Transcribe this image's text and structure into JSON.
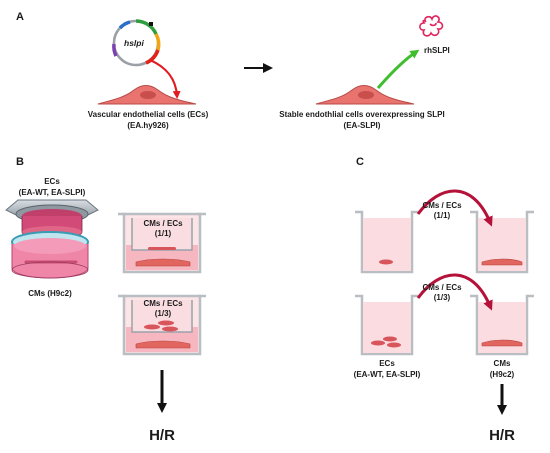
{
  "panels": {
    "a": "A",
    "b": "B",
    "c": "C"
  },
  "panel_a": {
    "plasmid_label": "hslpi",
    "cell1_line1": "Vascular endothelial cells (ECs)",
    "cell1_line2": "(EA.hy926)",
    "cell2_line1": "Stable endothlial cells overexpressing SLPI",
    "cell2_line2": "(EA-SLPI)",
    "protein_label": "rhSLPI"
  },
  "panel_b": {
    "ecs_line1": "ECs",
    "ecs_line2": "(EA-WT, EA-SLPI)",
    "cms_label": "CMs (H9c2)",
    "well1_line1": "CMs / ECs",
    "well1_line2": "(1/1)",
    "well2_line1": "CMs / ECs",
    "well2_line2": "(1/3)",
    "outcome": "H/R"
  },
  "panel_c": {
    "ratio1_line1": "CMs / ECs",
    "ratio1_line2": "(1/1)",
    "ratio2_line1": "CMs / ECs",
    "ratio2_line2": "(1/3)",
    "ecs_line1": "ECs",
    "ecs_line2": "(EA-WT, EA-SLPI)",
    "cms_line1": "CMs",
    "cms_line2": "(H9c2)",
    "outcome": "H/R"
  },
  "colors": {
    "cell_fill": "#e8736f",
    "medium_pink": "#f9cfd3",
    "arrow_red": "#c2183a",
    "arrow_green": "#3fbf2f",
    "protein": "#e0245e"
  }
}
